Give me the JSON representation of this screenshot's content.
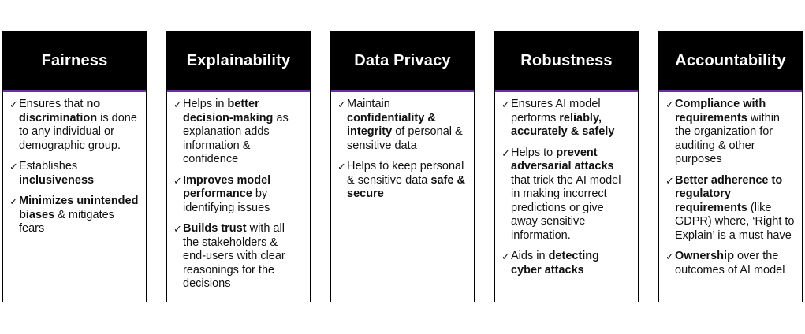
{
  "cards": [
    {
      "title": "Fairness",
      "points": [
        [
          {
            "t": "Ensures that "
          },
          {
            "t": "no discrimination",
            "b": true
          },
          {
            "t": " is done to any individual or demographic group."
          }
        ],
        [
          {
            "t": "Establishes "
          },
          {
            "t": "inclusiveness",
            "b": true
          }
        ],
        [
          {
            "t": "Minimizes unintended biases",
            "b": true
          },
          {
            "t": " & mitigates fears"
          }
        ]
      ]
    },
    {
      "title": "Explainability",
      "points": [
        [
          {
            "t": "Helps in "
          },
          {
            "t": "better decision-making",
            "b": true
          },
          {
            "t": " as explanation adds information & confidence"
          }
        ],
        [
          {
            "t": "Improves model performance",
            "b": true
          },
          {
            "t": " by identifying issues"
          }
        ],
        [
          {
            "t": "Builds trust",
            "b": true
          },
          {
            "t": " with all the stakeholders & end-users with clear reasonings for the decisions"
          }
        ]
      ]
    },
    {
      "title": "Data Privacy",
      "points": [
        [
          {
            "t": "Maintain "
          },
          {
            "t": "confidentiality & integrity",
            "b": true
          },
          {
            "t": " of personal & sensitive data"
          }
        ],
        [
          {
            "t": "Helps to keep personal & sensitive data "
          },
          {
            "t": "safe & secure",
            "b": true
          }
        ]
      ]
    },
    {
      "title": "Robustness",
      "points": [
        [
          {
            "t": "Ensures AI model performs "
          },
          {
            "t": "reliably, accurately & safely",
            "b": true
          }
        ],
        [
          {
            "t": "Helps to "
          },
          {
            "t": "prevent adversarial attacks",
            "b": true
          },
          {
            "t": " that trick the AI model in making incorrect predictions or give away sensitive information."
          }
        ],
        [
          {
            "t": "Aids in "
          },
          {
            "t": "detecting cyber attacks",
            "b": true
          }
        ]
      ]
    },
    {
      "title": "Accountability",
      "points": [
        [
          {
            "t": "Compliance with requirements",
            "b": true
          },
          {
            "t": " within the organization for auditing & other purposes"
          }
        ],
        [
          {
            "t": "Better adherence to regulatory requirements",
            "b": true
          },
          {
            "t": " (like GDPR) where, ‘Right to Explain’ is a must have"
          }
        ],
        [
          {
            "t": "Ownership",
            "b": true
          },
          {
            "t": " over the outcomes of AI model"
          }
        ]
      ]
    }
  ],
  "check_glyph": "✓",
  "colors": {
    "header_bg": "#000000",
    "header_accent": "#6a2fa3",
    "header_text": "#ffffff"
  }
}
